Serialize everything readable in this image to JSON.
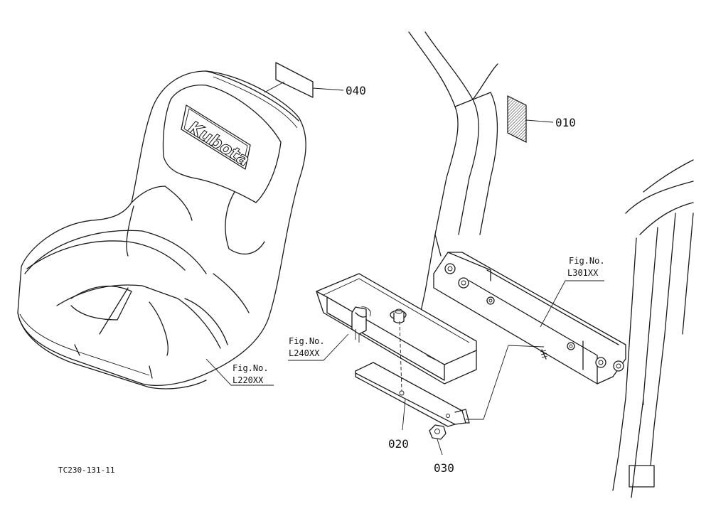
{
  "diagram_code": "TC230-131-11",
  "seat_logo_text": "Kubota",
  "callouts": {
    "p010": "010",
    "p020": "020",
    "p030": "030",
    "p040": "040"
  },
  "fig_refs": {
    "seat": {
      "prefix": "Fig.No.",
      "code": "L220XX"
    },
    "box": {
      "prefix": "Fig.No.",
      "code": "L240XX"
    },
    "frame": {
      "prefix": "Fig.No.",
      "code": "L301XX"
    }
  }
}
